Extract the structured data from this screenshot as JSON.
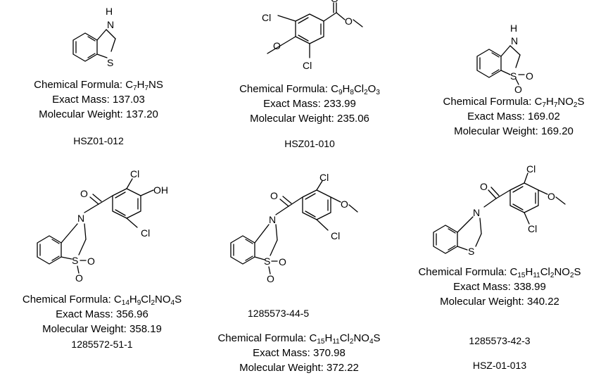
{
  "compounds": [
    {
      "id": "c1",
      "formula_prefix": "Chemical Formula: ",
      "formula": [
        [
          "C",
          ""
        ],
        [
          "7",
          ""
        ],
        [
          "H",
          ""
        ],
        [
          "7",
          ""
        ],
        [
          "NS",
          ""
        ]
      ],
      "formula_parts": [
        {
          "t": "C"
        },
        {
          "s": "7"
        },
        {
          "t": "H"
        },
        {
          "s": "7"
        },
        {
          "t": "NS"
        }
      ],
      "exact_mass": "Exact Mass: 137.03",
      "mol_weight": "Molecular Weight: 137.20",
      "code": "HSZ01-012"
    },
    {
      "id": "c2",
      "formula_prefix": "Chemical Formula: ",
      "formula_parts": [
        {
          "t": "C"
        },
        {
          "s": "9"
        },
        {
          "t": "H"
        },
        {
          "s": "8"
        },
        {
          "t": "Cl"
        },
        {
          "s": "2"
        },
        {
          "t": "O"
        },
        {
          "s": "3"
        }
      ],
      "exact_mass": "Exact Mass: 233.99",
      "mol_weight": "Molecular Weight: 235.06",
      "code": "HSZ01-010"
    },
    {
      "id": "c3",
      "formula_prefix": "Chemical Formula: ",
      "formula_parts": [
        {
          "t": "C"
        },
        {
          "s": "7"
        },
        {
          "t": "H"
        },
        {
          "s": "7"
        },
        {
          "t": "NO"
        },
        {
          "s": "2"
        },
        {
          "t": "S"
        }
      ],
      "exact_mass": "Exact Mass: 169.02",
      "mol_weight": "Molecular Weight: 169.20",
      "code": ""
    },
    {
      "id": "c4",
      "formula_prefix": "Chemical Formula: ",
      "formula_parts": [
        {
          "t": "C"
        },
        {
          "s": "14"
        },
        {
          "t": "H"
        },
        {
          "s": "9"
        },
        {
          "t": "Cl"
        },
        {
          "s": "2"
        },
        {
          "t": "NO"
        },
        {
          "s": "4"
        },
        {
          "t": "S"
        }
      ],
      "exact_mass": "Exact Mass: 356.96",
      "mol_weight": "Molecular Weight: 358.19",
      "code": "1285572-51-1"
    },
    {
      "id": "c5",
      "formula_prefix": "Chemical Formula: ",
      "formula_parts": [
        {
          "t": "C"
        },
        {
          "s": "15"
        },
        {
          "t": "H"
        },
        {
          "s": "11"
        },
        {
          "t": "Cl"
        },
        {
          "s": "2"
        },
        {
          "t": "NO"
        },
        {
          "s": "4"
        },
        {
          "t": "S"
        }
      ],
      "exact_mass": "Exact Mass: 370.98",
      "mol_weight": "Molecular Weight: 372.22",
      "code": "1285573-44-5"
    },
    {
      "id": "c6",
      "formula_prefix": "Chemical Formula: ",
      "formula_parts": [
        {
          "t": "C"
        },
        {
          "s": "15"
        },
        {
          "t": "H"
        },
        {
          "s": "11"
        },
        {
          "t": "Cl"
        },
        {
          "s": "2"
        },
        {
          "t": "NO"
        },
        {
          "s": "2"
        },
        {
          "t": "S"
        }
      ],
      "exact_mass": "Exact Mass: 338.99",
      "mol_weight": "Molecular Weight: 340.22",
      "code": "1285573-42-3",
      "code2": "HSZ-01-013"
    }
  ],
  "atoms": {
    "N": "N",
    "H": "H",
    "S": "S",
    "O": "O",
    "Cl": "Cl",
    "OH": "OH"
  }
}
